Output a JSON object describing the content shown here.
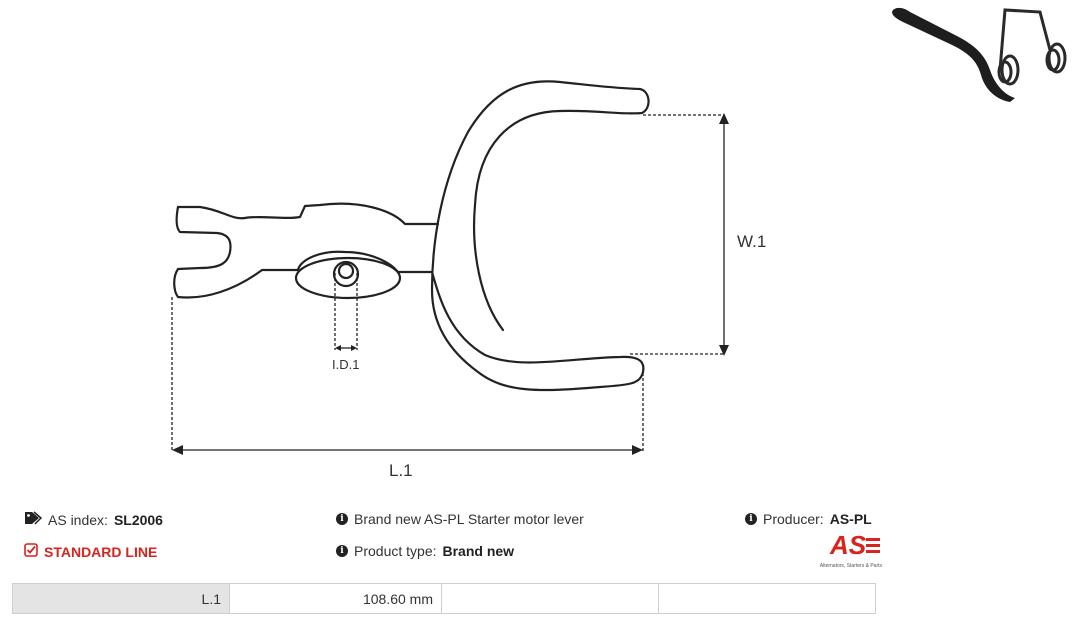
{
  "dimensions": {
    "width_label": "W.1",
    "inner_diameter_label": "I.D.1",
    "length_label": "L.1"
  },
  "info": {
    "as_index_label": "AS index:",
    "as_index_value": "SL2006",
    "line_label": "STANDARD LINE",
    "description": "Brand new AS-PL Starter motor lever",
    "product_type_label": "Product type:",
    "product_type_value": "Brand new",
    "producer_label": "Producer:",
    "producer_value": "AS-PL"
  },
  "logo": {
    "mark": "AS",
    "tagline": "Alternators, Starters & Parts",
    "accent": "#d9231d"
  },
  "specs": [
    {
      "label": "L.1",
      "value": "108.60 mm"
    }
  ],
  "colors": {
    "standard_line": "#d9231d",
    "table_label_bg": "#e4e4e4"
  },
  "icons": {
    "as_index": "tags-icon",
    "standard_line": "check-square-icon",
    "info": "info-circle-icon"
  }
}
